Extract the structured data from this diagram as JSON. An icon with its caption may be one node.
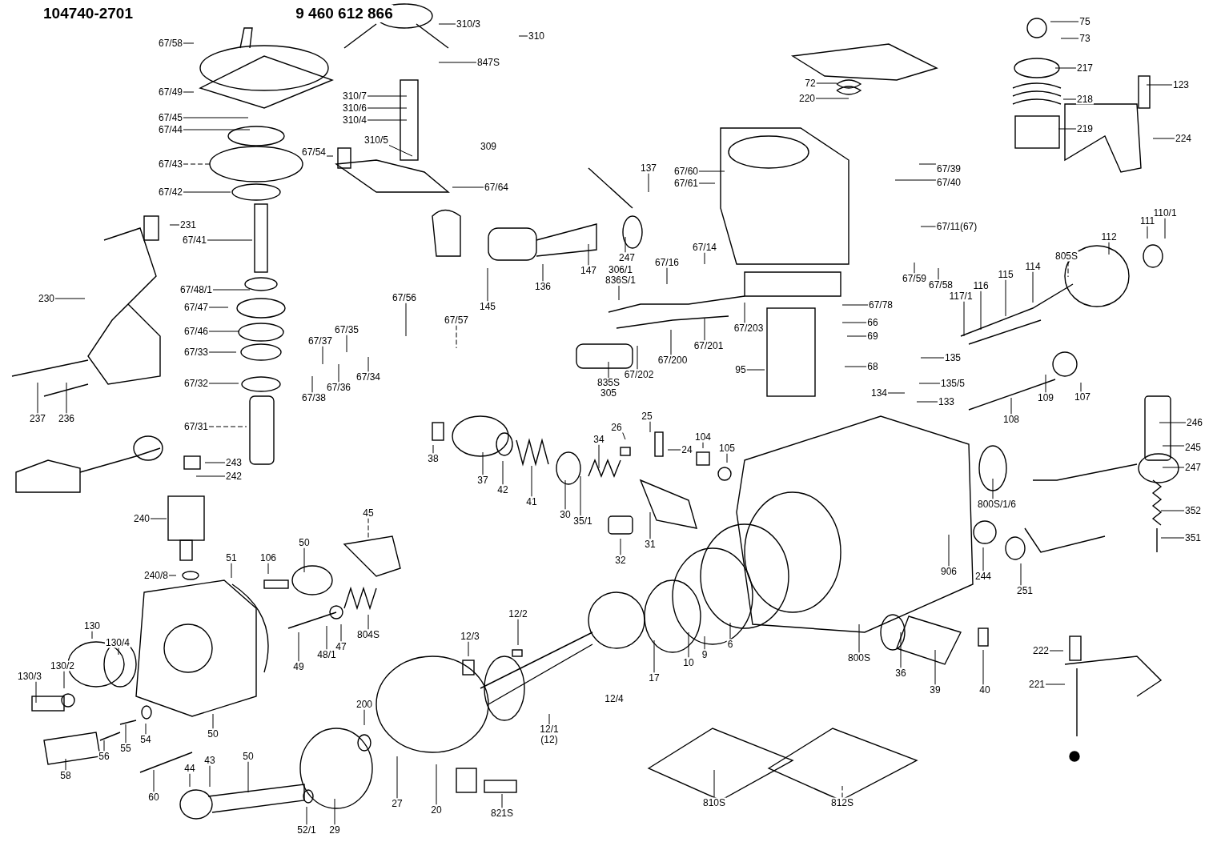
{
  "diagram": {
    "nodes": [
      {
        "text": [
          "67/58"
        ]
      },
      {
        "text": [
          "67/49"
        ]
      },
      {
        "text": [
          "67/45"
        ]
      },
      {
        "text": [
          "67/44"
        ]
      },
      {
        "text": [
          "67/43"
        ]
      },
      {
        "text": [
          "67/42"
        ]
      },
      {
        "text": [
          "231"
        ]
      },
      {
        "text": [
          "67/41"
        ]
      },
      {
        "text": [
          "67/48/1"
        ]
      },
      {
        "text": [
          "67/47"
        ]
      },
      {
        "text": [
          "67/46"
        ]
      },
      {
        "text": [
          "67/33"
        ]
      },
      {
        "text": [
          "67/32"
        ]
      },
      {
        "text": [
          "67/31"
        ]
      },
      {
        "text": [
          "230"
        ]
      },
      {
        "text": [
          "237"
        ]
      },
      {
        "text": [
          "236"
        ]
      },
      {
        "text": [
          "310/3"
        ]
      },
      {
        "text": [
          "310"
        ]
      },
      {
        "text": [
          "847S"
        ]
      },
      {
        "text": [
          "310/7"
        ]
      },
      {
        "text": [
          "310/6"
        ]
      },
      {
        "text": [
          "310/4"
        ]
      },
      {
        "text": [
          "310/5"
        ]
      },
      {
        "text": [
          "67/54"
        ]
      },
      {
        "text": [
          "67/64"
        ]
      },
      {
        "text": [
          "67/56"
        ]
      },
      {
        "text": [
          "67/57"
        ]
      },
      {
        "text": [
          "67/35"
        ]
      },
      {
        "text": [
          "67/37"
        ]
      },
      {
        "text": [
          "67/36"
        ]
      },
      {
        "text": [
          "67/38"
        ]
      },
      {
        "text": [
          "67/34"
        ]
      },
      {
        "text": [
          "137"
        ]
      },
      {
        "text": [
          "67/60"
        ]
      },
      {
        "text": [
          "67/61"
        ]
      },
      {
        "text": [
          "247"
        ]
      },
      {
        "text": [
          "147"
        ]
      },
      {
        "text": [
          "306/1",
          "836S/1"
        ]
      },
      {
        "text": [
          "136"
        ]
      },
      {
        "text": [
          "145"
        ]
      },
      {
        "text": [
          "67/16"
        ]
      },
      {
        "text": [
          "67/14"
        ]
      },
      {
        "text": [
          "67/203"
        ]
      },
      {
        "text": [
          "67/201"
        ]
      },
      {
        "text": [
          "67/200"
        ]
      },
      {
        "text": [
          "67/202"
        ]
      },
      {
        "text": [
          "835S",
          "305"
        ]
      },
      {
        "text": [
          "95"
        ]
      },
      {
        "text": [
          "72"
        ]
      },
      {
        "text": [
          "220"
        ]
      },
      {
        "text": [
          "67/39"
        ]
      },
      {
        "text": [
          "67/40"
        ]
      },
      {
        "text": [
          "67/11(67)"
        ]
      },
      {
        "text": [
          "67/59"
        ]
      },
      {
        "text": [
          "67/58"
        ]
      },
      {
        "text": [
          "67/78"
        ]
      },
      {
        "text": [
          "66"
        ]
      },
      {
        "text": [
          "69"
        ]
      },
      {
        "text": [
          "68"
        ]
      },
      {
        "text": [
          "135"
        ]
      },
      {
        "text": [
          "135/5"
        ]
      },
      {
        "text": [
          "134"
        ]
      },
      {
        "text": [
          "133"
        ]
      },
      {
        "text": [
          "75"
        ]
      },
      {
        "text": [
          "73"
        ]
      },
      {
        "text": [
          "217"
        ]
      },
      {
        "text": [
          "218"
        ]
      },
      {
        "text": [
          "219"
        ]
      },
      {
        "text": [
          "123"
        ]
      },
      {
        "text": [
          "224"
        ]
      },
      {
        "text": [
          "110/1"
        ]
      },
      {
        "text": [
          "111"
        ]
      },
      {
        "text": [
          "112"
        ]
      },
      {
        "text": [
          "805S"
        ]
      },
      {
        "text": [
          "114"
        ]
      },
      {
        "text": [
          "115"
        ]
      },
      {
        "text": [
          "116"
        ]
      },
      {
        "text": [
          "117/1"
        ]
      },
      {
        "text": [
          "107"
        ]
      },
      {
        "text": [
          "109"
        ]
      },
      {
        "text": [
          "108"
        ]
      },
      {
        "text": [
          "246"
        ]
      },
      {
        "text": [
          "245"
        ]
      },
      {
        "text": [
          "247"
        ]
      },
      {
        "text": [
          "352"
        ]
      },
      {
        "text": [
          "351"
        ]
      },
      {
        "text": [
          "800S/1/6"
        ]
      },
      {
        "text": [
          "906"
        ]
      },
      {
        "text": [
          "244"
        ]
      },
      {
        "text": [
          "251"
        ]
      },
      {
        "text": [
          "800S"
        ]
      },
      {
        "text": [
          "36"
        ]
      },
      {
        "text": [
          "39"
        ]
      },
      {
        "text": [
          "40"
        ]
      },
      {
        "text": [
          "222"
        ]
      },
      {
        "text": [
          "221"
        ]
      },
      {
        "text": [
          "38"
        ]
      },
      {
        "text": [
          "37"
        ]
      },
      {
        "text": [
          "42"
        ]
      },
      {
        "text": [
          "41"
        ]
      },
      {
        "text": [
          "30"
        ]
      },
      {
        "text": [
          "35/1"
        ]
      },
      {
        "text": [
          "34"
        ]
      },
      {
        "text": [
          "26"
        ]
      },
      {
        "text": [
          "25"
        ]
      },
      {
        "text": [
          "24"
        ]
      },
      {
        "text": [
          "104"
        ]
      },
      {
        "text": [
          "105"
        ]
      },
      {
        "text": [
          "32"
        ]
      },
      {
        "text": [
          "31"
        ]
      },
      {
        "text": [
          "17"
        ]
      },
      {
        "text": [
          "10"
        ]
      },
      {
        "text": [
          "9"
        ]
      },
      {
        "text": [
          "6"
        ]
      },
      {
        "text": [
          "12/2"
        ]
      },
      {
        "text": [
          "12/3"
        ]
      },
      {
        "text": [
          "12/1",
          "(12)"
        ]
      },
      {
        "text": [
          "810S"
        ]
      },
      {
        "text": [
          "812S"
        ]
      },
      {
        "text": [
          "821S"
        ]
      },
      {
        "text": [
          "20"
        ]
      },
      {
        "text": [
          "27"
        ]
      },
      {
        "text": [
          "200"
        ]
      },
      {
        "text": [
          "29"
        ]
      },
      {
        "text": [
          "52/1"
        ]
      },
      {
        "text": [
          "50"
        ]
      },
      {
        "text": [
          "43"
        ]
      },
      {
        "text": [
          "44"
        ]
      },
      {
        "text": [
          "60"
        ]
      },
      {
        "text": [
          "58"
        ]
      },
      {
        "text": [
          "56"
        ]
      },
      {
        "text": [
          "55"
        ]
      },
      {
        "text": [
          "54"
        ]
      },
      {
        "text": [
          "50"
        ]
      },
      {
        "text": [
          "130/3"
        ]
      },
      {
        "text": [
          "130/2"
        ]
      },
      {
        "text": [
          "130"
        ]
      },
      {
        "text": [
          "130/4"
        ]
      },
      {
        "text": [
          "240/8"
        ]
      },
      {
        "text": [
          "240"
        ]
      },
      {
        "text": [
          "243"
        ]
      },
      {
        "text": [
          "242"
        ]
      },
      {
        "text": [
          "51"
        ]
      },
      {
        "text": [
          "106"
        ]
      },
      {
        "text": [
          "50"
        ]
      },
      {
        "text": [
          "45"
        ]
      },
      {
        "text": [
          "804S"
        ]
      },
      {
        "text": [
          "47"
        ]
      },
      {
        "text": [
          "48/1"
        ]
      },
      {
        "text": [
          "49"
        ]
      }
    ],
    "edges": [
      {
        "from": 0,
        "to": null,
        "arrow": "none"
      },
      {
        "from": 1,
        "to": null,
        "arrow": "none"
      },
      {
        "from": 2,
        "to": null,
        "arrow": "none"
      },
      {
        "from": 3,
        "to": null,
        "arrow": "none"
      },
      {
        "from": 4,
        "to": null,
        "arrow": "none",
        "style": "dashed"
      },
      {
        "from": 5,
        "to": null,
        "arrow": "none"
      },
      {
        "from": 6,
        "to": null,
        "arrow": "none"
      },
      {
        "from": 7,
        "to": null,
        "arrow": "none"
      },
      {
        "from": 8,
        "to": null,
        "arrow": "none"
      },
      {
        "from": 9,
        "to": null,
        "arrow": "none"
      },
      {
        "from": 10,
        "to": null,
        "arrow": "none"
      },
      {
        "from": 11,
        "to": null,
        "arrow": "none"
      },
      {
        "from": 12,
        "to": null,
        "arrow": "none"
      },
      {
        "from": 13,
        "to": null,
        "arrow": "none",
        "style": "dashed"
      },
      {
        "from": 14,
        "to": null,
        "arrow": "none"
      },
      {
        "from": 15,
        "to": null,
        "arrow": "none"
      },
      {
        "from": 16,
        "to": null,
        "arrow": "none"
      },
      {
        "from": 17,
        "to": null,
        "arrow": "none"
      },
      {
        "from": 18,
        "to": null,
        "arrow": "none"
      },
      {
        "from": 19,
        "to": null,
        "arrow": "none"
      },
      {
        "from": 20,
        "to": null,
        "arrow": "none"
      },
      {
        "from": 21,
        "to": null,
        "arrow": "none"
      },
      {
        "from": 22,
        "to": null,
        "arrow": "none"
      },
      {
        "from": 23,
        "to": null,
        "arrow": "none"
      },
      {
        "from": 24,
        "to": null,
        "arrow": "none"
      },
      {
        "from": 25,
        "to": null,
        "arrow": "none"
      },
      {
        "from": 26,
        "to": null,
        "arrow": "none"
      },
      {
        "from": 27,
        "to": null,
        "arrow": "none",
        "style": "dashed"
      },
      {
        "from": 28,
        "to": null,
        "arrow": "none"
      },
      {
        "from": 29,
        "to": null,
        "arrow": "none"
      },
      {
        "from": 30,
        "to": null,
        "arrow": "none"
      },
      {
        "from": 31,
        "to": null,
        "arrow": "none"
      },
      {
        "from": 32,
        "to": null,
        "arrow": "none"
      },
      {
        "from": 33,
        "to": null,
        "arrow": "none"
      },
      {
        "from": 34,
        "to": null,
        "arrow": "none"
      },
      {
        "from": 35,
        "to": null,
        "arrow": "none"
      },
      {
        "from": 36,
        "to": null,
        "arrow": "none"
      },
      {
        "from": 37,
        "to": null,
        "arrow": "none"
      },
      {
        "from": 38,
        "to": null,
        "arrow": "none"
      },
      {
        "from": 39,
        "to": null,
        "arrow": "none"
      },
      {
        "from": 40,
        "to": null,
        "arrow": "none"
      },
      {
        "from": 41,
        "to": null,
        "arrow": "none"
      },
      {
        "from": 42,
        "to": null,
        "arrow": "none"
      },
      {
        "from": 43,
        "to": null,
        "arrow": "none"
      },
      {
        "from": 44,
        "to": null,
        "arrow": "none"
      },
      {
        "from": 45,
        "to": null,
        "arrow": "none"
      },
      {
        "from": 46,
        "to": null,
        "arrow": "none"
      },
      {
        "from": 47,
        "to": null,
        "arrow": "none"
      },
      {
        "from": 48,
        "to": null,
        "arrow": "none"
      },
      {
        "from": 49,
        "to": null,
        "arrow": "none"
      },
      {
        "from": 50,
        "to": null,
        "arrow": "none"
      },
      {
        "from": 51,
        "to": null,
        "arrow": "none"
      },
      {
        "from": 52,
        "to": null,
        "arrow": "none"
      },
      {
        "from": 53,
        "to": null,
        "arrow": "none"
      },
      {
        "from": 54,
        "to": null,
        "arrow": "none"
      },
      {
        "from": 55,
        "to": null,
        "arrow": "none"
      },
      {
        "from": 56,
        "to": null,
        "arrow": "none"
      },
      {
        "from": 57,
        "to": null,
        "arrow": "none"
      },
      {
        "from": 58,
        "to": null,
        "arrow": "none"
      },
      {
        "from": 59,
        "to": null,
        "arrow": "none"
      },
      {
        "from": 60,
        "to": null,
        "arrow": "none"
      },
      {
        "from": 61,
        "to": null,
        "arrow": "none"
      },
      {
        "from": 62,
        "to": null,
        "arrow": "none"
      },
      {
        "from": 63,
        "to": null,
        "arrow": "none"
      },
      {
        "from": 64,
        "to": null,
        "arrow": "none"
      },
      {
        "from": 65,
        "to": null,
        "arrow": "none"
      },
      {
        "from": 66,
        "to": null,
        "arrow": "none"
      },
      {
        "from": 67,
        "to": null,
        "arrow": "none"
      },
      {
        "from": 68,
        "to": null,
        "arrow": "none"
      },
      {
        "from": 69,
        "to": null,
        "arrow": "none"
      },
      {
        "from": 70,
        "to": null,
        "arrow": "none"
      },
      {
        "from": 71,
        "to": null,
        "arrow": "none"
      },
      {
        "from": 72,
        "to": null,
        "arrow": "none"
      },
      {
        "from": 73,
        "to": null,
        "arrow": "none"
      },
      {
        "from": 74,
        "to": null,
        "arrow": "none",
        "style": "dashed"
      },
      {
        "from": 75,
        "to": null,
        "arrow": "none"
      },
      {
        "from": 76,
        "to": null,
        "arrow": "none"
      },
      {
        "from": 77,
        "to": null,
        "arrow": "none"
      },
      {
        "from": 78,
        "to": null,
        "arrow": "none"
      },
      {
        "from": 79,
        "to": null,
        "arrow": "none"
      },
      {
        "from": 80,
        "to": null,
        "arrow": "none"
      },
      {
        "from": 81,
        "to": null,
        "arrow": "none"
      },
      {
        "from": 82,
        "to": null,
        "arrow": "none"
      },
      {
        "from": 83,
        "to": null,
        "arrow": "none"
      },
      {
        "from": 84,
        "to": null,
        "arrow": "none"
      },
      {
        "from": 85,
        "to": null,
        "arrow": "none"
      },
      {
        "from": 86,
        "to": null,
        "arrow": "none"
      },
      {
        "from": 87,
        "to": null,
        "arrow": "none"
      },
      {
        "from": 88,
        "to": null,
        "arrow": "none"
      },
      {
        "from": 89,
        "to": null,
        "arrow": "none"
      },
      {
        "from": 90,
        "to": null,
        "arrow": "none"
      },
      {
        "from": 91,
        "to": null,
        "arrow": "none"
      },
      {
        "from": 92,
        "to": null,
        "arrow": "none"
      },
      {
        "from": 93,
        "to": null,
        "arrow": "none"
      },
      {
        "from": 94,
        "to": null,
        "arrow": "none"
      },
      {
        "from": 95,
        "to": null,
        "arrow": "none"
      },
      {
        "from": 96,
        "to": null,
        "arrow": "none"
      },
      {
        "from": 97,
        "to": null,
        "arrow": "none"
      },
      {
        "from": 98,
        "to": null,
        "arrow": "none"
      },
      {
        "from": 99,
        "to": null,
        "arrow": "none"
      },
      {
        "from": 100,
        "to": null,
        "arrow": "none"
      },
      {
        "from": 101,
        "to": null,
        "arrow": "none"
      },
      {
        "from": 102,
        "to": null,
        "arrow": "none"
      },
      {
        "from": 103,
        "to": null,
        "arrow": "none"
      },
      {
        "from": 104,
        "to": null,
        "arrow": "none"
      },
      {
        "from": 105,
        "to": null,
        "arrow": "none"
      },
      {
        "from": 106,
        "to": null,
        "arrow": "none"
      },
      {
        "from": 107,
        "to": null,
        "arrow": "none"
      },
      {
        "from": 108,
        "to": null,
        "arrow": "none"
      },
      {
        "from": 109,
        "to": null,
        "arrow": "none"
      },
      {
        "from": 110,
        "to": null,
        "arrow": "none"
      },
      {
        "from": 111,
        "to": null,
        "arrow": "none"
      },
      {
        "from": 112,
        "to": null,
        "arrow": "none"
      },
      {
        "from": 113,
        "to": null,
        "arrow": "none"
      },
      {
        "from": 114,
        "to": null,
        "arrow": "none"
      },
      {
        "from": 115,
        "to": null,
        "arrow": "none"
      },
      {
        "from": 116,
        "to": null,
        "arrow": "none"
      },
      {
        "from": 117,
        "to": null,
        "arrow": "none"
      },
      {
        "from": 118,
        "to": null,
        "arrow": "none"
      },
      {
        "from": 119,
        "to": null,
        "arrow": "none",
        "style": "dashed"
      },
      {
        "from": 120,
        "to": null,
        "arrow": "none"
      },
      {
        "from": 121,
        "to": null,
        "arrow": "none"
      },
      {
        "from": 122,
        "to": null,
        "arrow": "none"
      },
      {
        "from": 123,
        "to": null,
        "arrow": "none"
      },
      {
        "from": 124,
        "to": null,
        "arrow": "none"
      },
      {
        "from": 125,
        "to": null,
        "arrow": "none"
      },
      {
        "from": 126,
        "to": null,
        "arrow": "none"
      },
      {
        "from": 127,
        "to": null,
        "arrow": "none"
      },
      {
        "from": 128,
        "to": null,
        "arrow": "none"
      },
      {
        "from": 129,
        "to": null,
        "arrow": "none"
      },
      {
        "from": 130,
        "to": null,
        "arrow": "none"
      },
      {
        "from": 131,
        "to": null,
        "arrow": "none"
      },
      {
        "from": 132,
        "to": null,
        "arrow": "none"
      },
      {
        "from": 133,
        "to": null,
        "arrow": "none"
      },
      {
        "from": 134,
        "to": null,
        "arrow": "none"
      },
      {
        "from": 135,
        "to": null,
        "arrow": "none"
      },
      {
        "from": 136,
        "to": null,
        "arrow": "none"
      },
      {
        "from": 137,
        "to": null,
        "arrow": "none"
      },
      {
        "from": 138,
        "to": null,
        "arrow": "none"
      },
      {
        "from": 139,
        "to": null,
        "arrow": "none"
      },
      {
        "from": 140,
        "to": null,
        "arrow": "none"
      },
      {
        "from": 141,
        "to": null,
        "arrow": "none"
      },
      {
        "from": 142,
        "to": null,
        "arrow": "none"
      },
      {
        "from": 143,
        "to": null,
        "arrow": "none"
      },
      {
        "from": 144,
        "to": null,
        "arrow": "none"
      },
      {
        "from": 145,
        "to": null,
        "arrow": "none"
      },
      {
        "from": 146,
        "to": null,
        "arrow": "none",
        "style": "dashed"
      },
      {
        "from": 147,
        "to": null,
        "arrow": "none"
      },
      {
        "from": 148,
        "to": null,
        "arrow": "none"
      },
      {
        "from": 149,
        "to": null,
        "arrow": "none"
      },
      {
        "from": 150,
        "to": null,
        "arrow": "none"
      }
    ],
    "labels": [
      "104740-2701",
      "9 460 612 866",
      "309",
      "12/4"
    ]
  }
}
